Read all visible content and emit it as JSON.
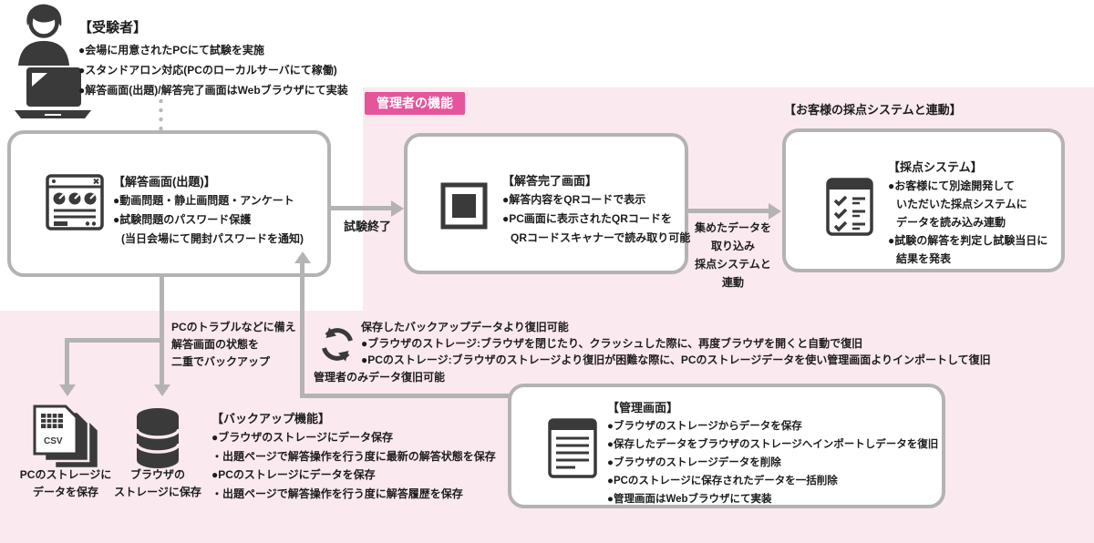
{
  "colors": {
    "accent_pink": "#e5559b",
    "panel_pink": "#fbe9f0",
    "line_gray": "#b3b3b3",
    "icon_dark": "#3a3a3a",
    "text": "#1d1d1d"
  },
  "icons": {
    "person-icon": "examinee silhouette",
    "laptop-icon": "laptop computer",
    "browser-window-icon": "answer screen browser window",
    "qr-code-icon": "QR code square",
    "checklist-icon": "scoring checklist",
    "refresh-icon": "circular restore arrows",
    "csv-files-icon": "stacked CSV files",
    "database-icon": "browser storage cylinder",
    "document-icon": "admin screen document"
  },
  "examinee": {
    "title": "【受験者】",
    "bullets": [
      "●会場に用意されたPCにて試験を実施",
      "●スタンドアロン対応(PCのローカルサーバにて稼働)",
      "●解答画面(出題)/解答完了画面はWebブラウザにて実装"
    ]
  },
  "admin_area": {
    "badge": "管理者の機能"
  },
  "answer_screen": {
    "title": "【解答画面(出題)】",
    "lines": [
      "●動画問題・静止画問題・アンケート",
      "●試験問題のパスワード保護",
      "(当日会場にて開封パスワードを通知)"
    ]
  },
  "complete_screen": {
    "title": "【解答完了画面】",
    "lines": [
      "●解答内容をQRコードで表示",
      "●PC画面に表示されたQRコードを",
      "QRコードスキャナーで読み取り可能"
    ]
  },
  "scoring": {
    "header": "【お客様の採点システムと連動】",
    "title": "【採点システム】",
    "lines": [
      "●お客様にて別途開発して",
      "いただいた採点システムに",
      "データを読み込み連動",
      "●試験の解答を判定し試験当日に",
      "結果を発表"
    ]
  },
  "flow": {
    "exam_end": "試験終了",
    "collect": [
      "集めたデータを",
      "取り込み",
      "採点システムと",
      "連動"
    ],
    "admin_only": "管理者のみデータ復旧可能"
  },
  "backup_note": {
    "lines": [
      "PCのトラブルなどに備え",
      "解答画面の状態を",
      "二重でバックアップ"
    ]
  },
  "restore": {
    "lines": [
      "保存したバックアップデータより復旧可能",
      "●ブラウザのストレージ:ブラウザを閉じたり、クラッシュした際に、再度ブラウザを開くと自動で復旧",
      "●PCのストレージ:ブラウザのストレージより復旧が困難な際に、PCのストレージデータを使い管理画面よりインポートして復旧"
    ]
  },
  "storage": {
    "csv_badge": "CSV",
    "pc_label": [
      "PCのストレージに",
      "データを保存"
    ],
    "browser_label": [
      "ブラウザの",
      "ストレージに保存"
    ]
  },
  "backup_feature": {
    "title": "【バックアップ機能】",
    "lines": [
      "●ブラウザのストレージにデータ保存",
      "・出題ページで解答操作を行う度に最新の解答状態を保存",
      "●PCのストレージにデータを保存",
      "・出題ページで解答操作を行う度に解答履歴を保存"
    ]
  },
  "admin_screen": {
    "title": "【管理画面】",
    "lines": [
      "●ブラウザのストレージからデータを保存",
      "●保存したデータをブラウザのストレージへインポートしデータを復旧",
      "●ブラウザのストレージデータを削除",
      "●PCのストレージに保存されたデータを一括削除",
      "●管理画面はWebブラウザにて実装"
    ]
  }
}
